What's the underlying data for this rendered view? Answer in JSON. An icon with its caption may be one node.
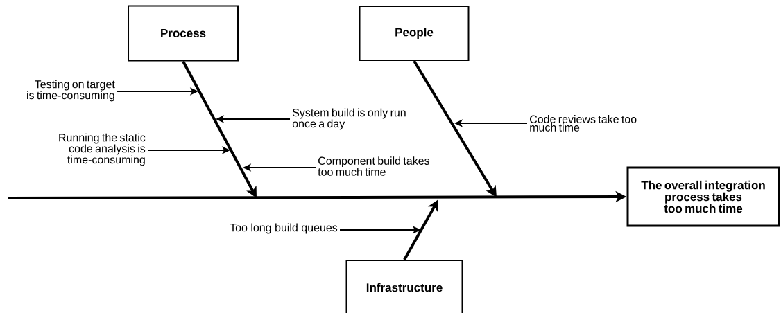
{
  "diagram": {
    "nodes": [
      {
        "text": [
          "Process"
        ]
      },
      {
        "text": [
          "People"
        ]
      },
      {
        "text": [
          "Infrastructure"
        ]
      },
      {
        "text": [
          "The overall integration process takes too much time"
        ]
      },
      {
        "text": [
          "Testing on target is time-consuming"
        ]
      },
      {
        "text": [
          "System build is only run once a day"
        ]
      },
      {
        "text": [
          "Running the static code analysis is time-consuming"
        ]
      },
      {
        "text": [
          "Component build takes too much time"
        ]
      },
      {
        "text": [
          "Code reviews take too much time"
        ]
      },
      {
        "text": [
          "Too long build queues"
        ]
      }
    ],
    "edges": [
      {
        "from": 0,
        "to": null,
        "arrow": "to",
        "style": "thick"
      },
      {
        "from": 1,
        "to": null,
        "arrow": "to",
        "style": "thick"
      },
      {
        "from": 2,
        "to": null,
        "arrow": "to",
        "style": "thick"
      },
      {
        "from": null,
        "to": 3,
        "arrow": "to",
        "style": "thick"
      },
      {
        "from": 4,
        "to": null,
        "arrow": "to"
      },
      {
        "from": 5,
        "to": null,
        "arrow": "to"
      },
      {
        "from": 6,
        "to": null,
        "arrow": "to"
      },
      {
        "from": 7,
        "to": null,
        "arrow": "to"
      },
      {
        "from": 8,
        "to": null,
        "arrow": "to"
      },
      {
        "from": 9,
        "to": null,
        "arrow": "to"
      }
    ]
  }
}
